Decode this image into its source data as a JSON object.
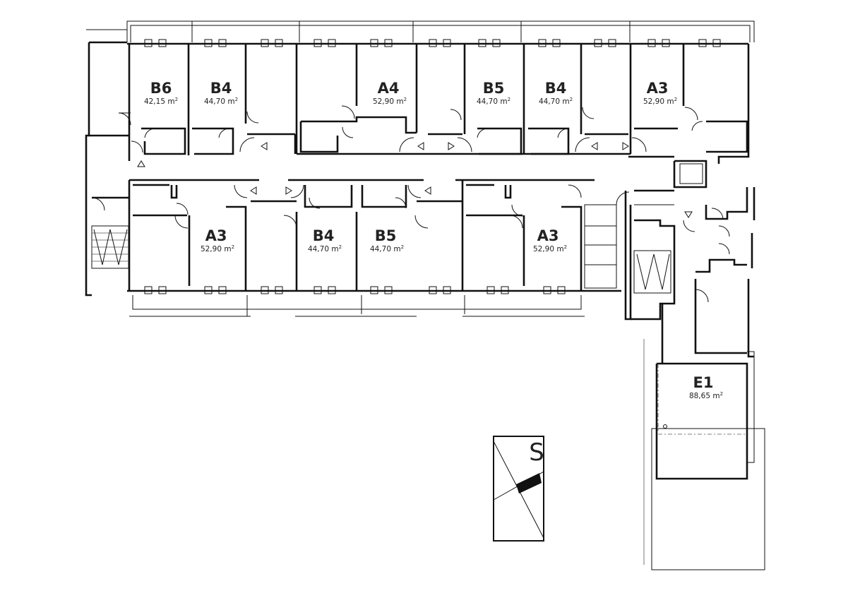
{
  "units": [
    {
      "id": "b6-top",
      "code": "B6",
      "area": "42,15 m",
      "sup": "2"
    },
    {
      "id": "b4-top-left",
      "code": "B4",
      "area": "44,70 m",
      "sup": "2"
    },
    {
      "id": "a4-top",
      "code": "A4",
      "area": "52,90 m",
      "sup": "2"
    },
    {
      "id": "b5-top",
      "code": "B5",
      "area": "44,70 m",
      "sup": "2"
    },
    {
      "id": "b4-top-right",
      "code": "B4",
      "area": "44,70 m",
      "sup": "2"
    },
    {
      "id": "a3-top",
      "code": "A3",
      "area": "52,90 m",
      "sup": "2"
    },
    {
      "id": "a3-bottom-left",
      "code": "A3",
      "area": "52,90 m",
      "sup": "2"
    },
    {
      "id": "b4-bottom",
      "code": "B4",
      "area": "44,70 m",
      "sup": "2"
    },
    {
      "id": "b5-bottom",
      "code": "B5",
      "area": "44,70 m",
      "sup": "2"
    },
    {
      "id": "a3-bottom-right",
      "code": "A3",
      "area": "52,90 m",
      "sup": "2"
    },
    {
      "id": "e1",
      "code": "E1",
      "area": "88,65 m",
      "sup": "2"
    }
  ],
  "compass": {
    "letter": "S"
  }
}
